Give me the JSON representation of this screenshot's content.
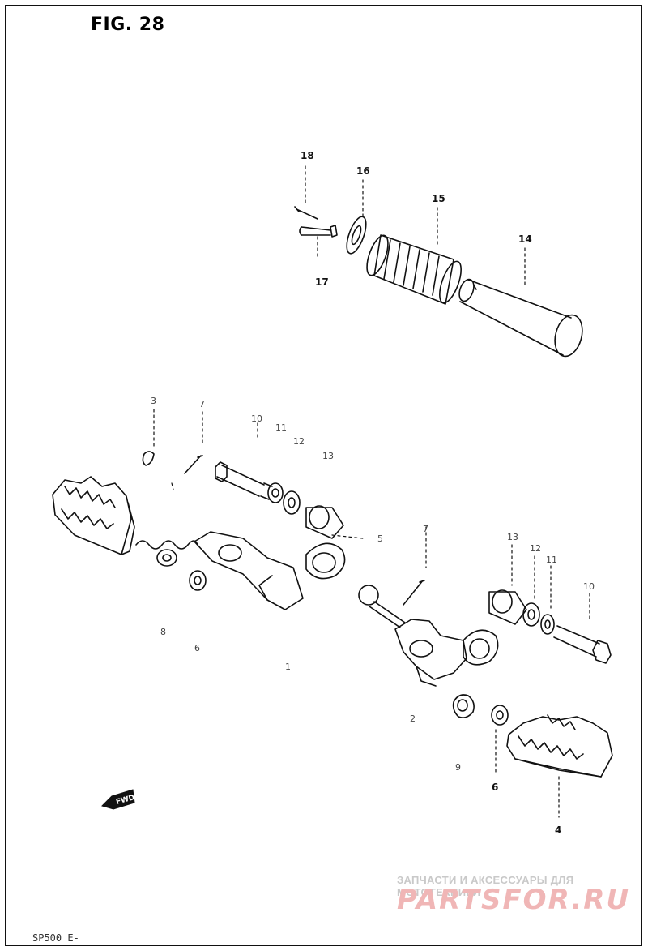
{
  "figure": {
    "title": "FIG. 28",
    "code": "SP500 E-"
  },
  "watermark": {
    "line1": "ЗАПЧАСТИ И АКСЕССУАРЫ ДЛЯ МОТОТЕХНИКИ",
    "line2": "PARTSFOR.RU"
  },
  "labels": {
    "l18": "18",
    "l16": "16",
    "l15": "15",
    "l14": "14",
    "l17": "17",
    "l3a": "3",
    "l7a": "7",
    "l10a": "10",
    "l11a": "11",
    "l12a": "12",
    "l13a": "13",
    "l5": "5",
    "l7b": "7",
    "l13b": "13",
    "l12b": "12",
    "l11b": "11",
    "l10b": "10",
    "l8": "8",
    "l6a": "6",
    "l1": "1",
    "l2": "2",
    "l9": "9",
    "l6b": "6",
    "l4": "4"
  },
  "fwd": "FWD"
}
